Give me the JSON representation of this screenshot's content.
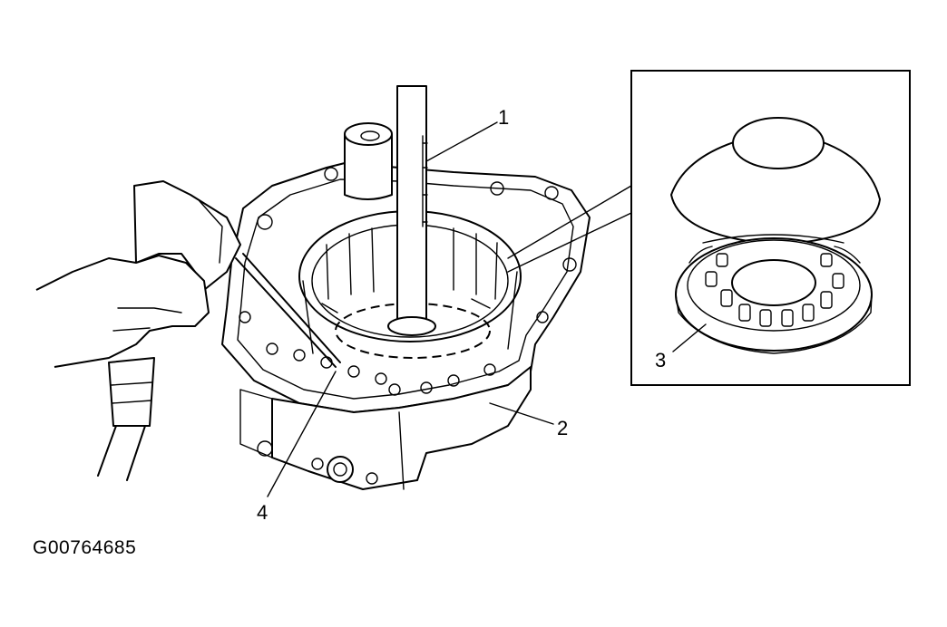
{
  "figure": {
    "callouts": [
      {
        "id": "1",
        "text": "1"
      },
      {
        "id": "2",
        "text": "2"
      },
      {
        "id": "3",
        "text": "3"
      },
      {
        "id": "4",
        "text": "4"
      }
    ],
    "figure_code": "G00764685"
  }
}
